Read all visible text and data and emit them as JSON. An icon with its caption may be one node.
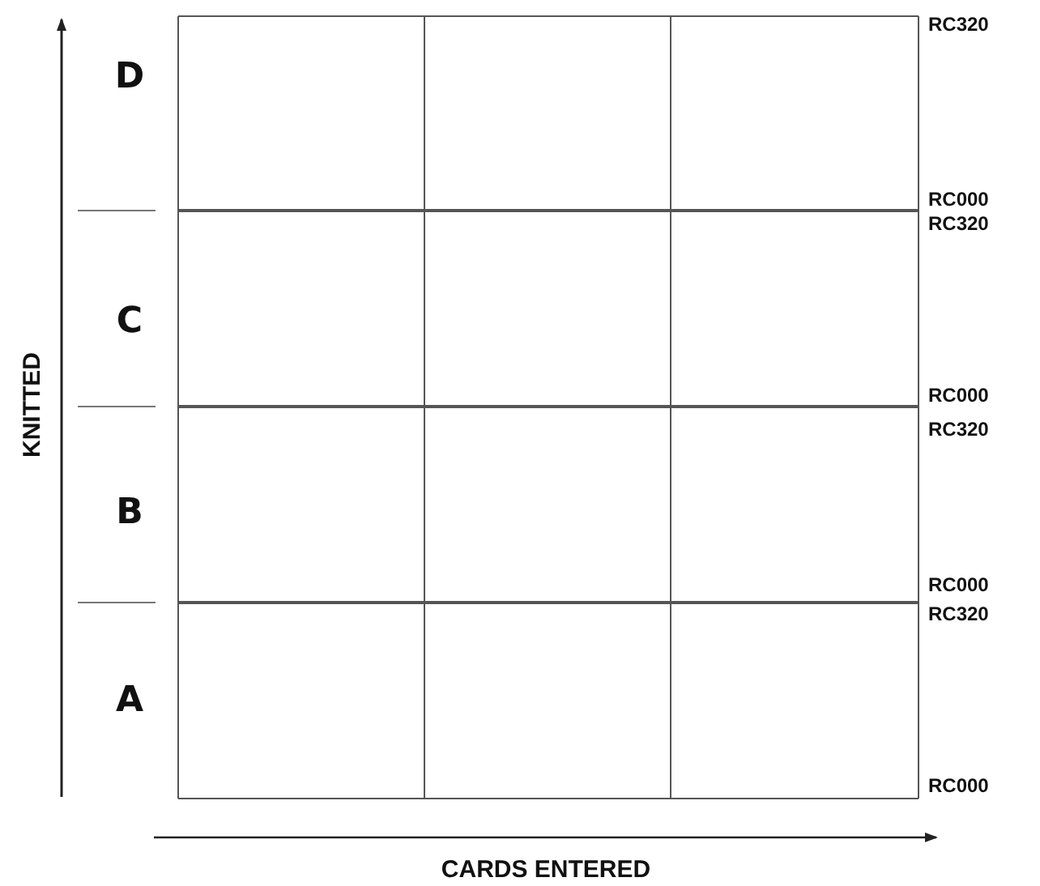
{
  "diagram": {
    "labels": [
      "KNITTED",
      "RC320",
      "D",
      "RC000",
      "RC320",
      "C",
      "RC000",
      "RC320",
      "B",
      "RC000",
      "RC320",
      "A",
      "RC000",
      "CARDS ENTERED"
    ]
  }
}
